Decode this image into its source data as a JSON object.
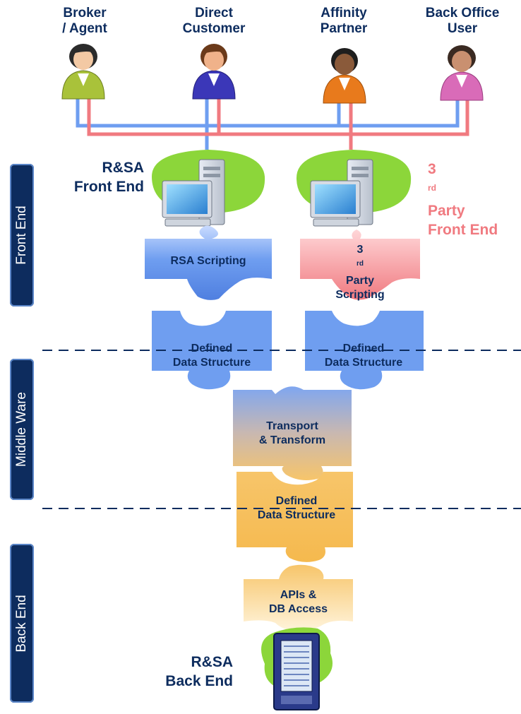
{
  "users": [
    {
      "line1": "Broker",
      "line2": "/ Agent",
      "icon": "person-icon",
      "color": "#a9c23a"
    },
    {
      "line1": "Direct",
      "line2": "Customer",
      "icon": "person-icon",
      "color": "#3b37b8"
    },
    {
      "line1": "Affinity",
      "line2": "Partner",
      "icon": "person-icon",
      "color": "#e87a1c"
    },
    {
      "line1": "Back Office",
      "line2": "User",
      "icon": "person-icon",
      "color": "#d96bb8"
    }
  ],
  "layers": {
    "front": "Front End",
    "middle": "Middle Ware",
    "back": "Back End"
  },
  "rsa_front": {
    "line1": "R&SA",
    "line2": "Front End"
  },
  "third_front": {
    "line1_num": "3",
    "line1_sup": "rd",
    "line1_rest": " Party",
    "line2": "Front End"
  },
  "rsa_scripting": "RSA Scripting",
  "third_scripting": {
    "num": "3",
    "sup": "rd",
    "rest": " Party",
    "line2": "Scripting"
  },
  "defined_left": {
    "line1": "Defined",
    "line2": "Data Structure"
  },
  "defined_right": {
    "line1": "Defined",
    "line2": "Data Structure"
  },
  "transport": {
    "line1": "Transport",
    "line2": "& Transform"
  },
  "defined_middle": {
    "line1": "Defined",
    "line2": "Data Structure"
  },
  "apis": {
    "line1": "APIs &",
    "line2": "DB Access"
  },
  "rsa_back": {
    "line1": "R&SA",
    "line2": "Back End"
  },
  "colors": {
    "navy": "#0d2c5e",
    "blue_line": "#6f9ef0",
    "pink_line": "#f07a80",
    "piece_blue": "#6f9ef0",
    "piece_orange": "#f7c56a",
    "piece_pink": "#f58a90",
    "green": "#8cd63a"
  }
}
